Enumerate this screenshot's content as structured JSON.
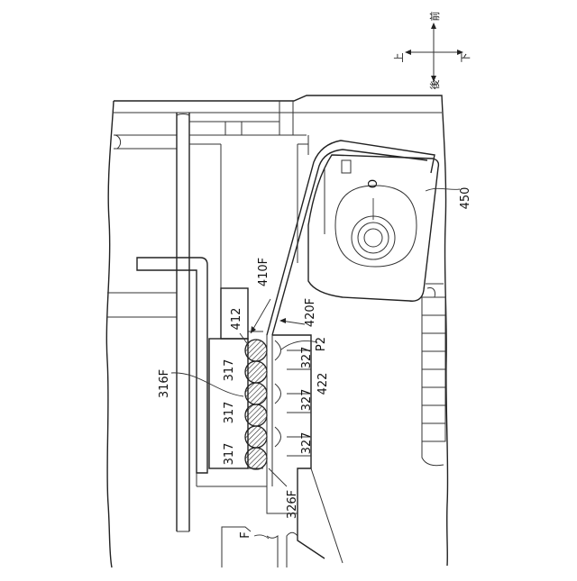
{
  "directions": {
    "up": "上",
    "down": "下",
    "front": "前",
    "back": "後"
  },
  "labels": {
    "unit_450": "450",
    "center_o": "O",
    "label_410f": "410F",
    "label_420f": "420F",
    "label_412": "412",
    "label_p2": "P2",
    "label_316f": "316F",
    "label_317_a": "317",
    "label_317_b": "317",
    "label_317_c": "317",
    "label_327_a": "327",
    "label_327_b": "327",
    "label_327_c": "327",
    "label_422": "422",
    "label_326f": "326F",
    "label_f": "F"
  }
}
